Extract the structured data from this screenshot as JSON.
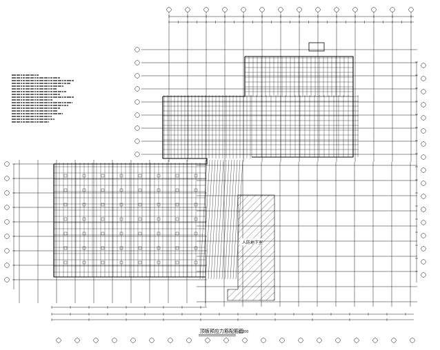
{
  "drawing": {
    "title": "顶板预应力筋配筋图",
    "scale": "1:200",
    "hatch_label": "人防地下室"
  },
  "colors": {
    "line": "#000000",
    "background": "#ffffff"
  }
}
